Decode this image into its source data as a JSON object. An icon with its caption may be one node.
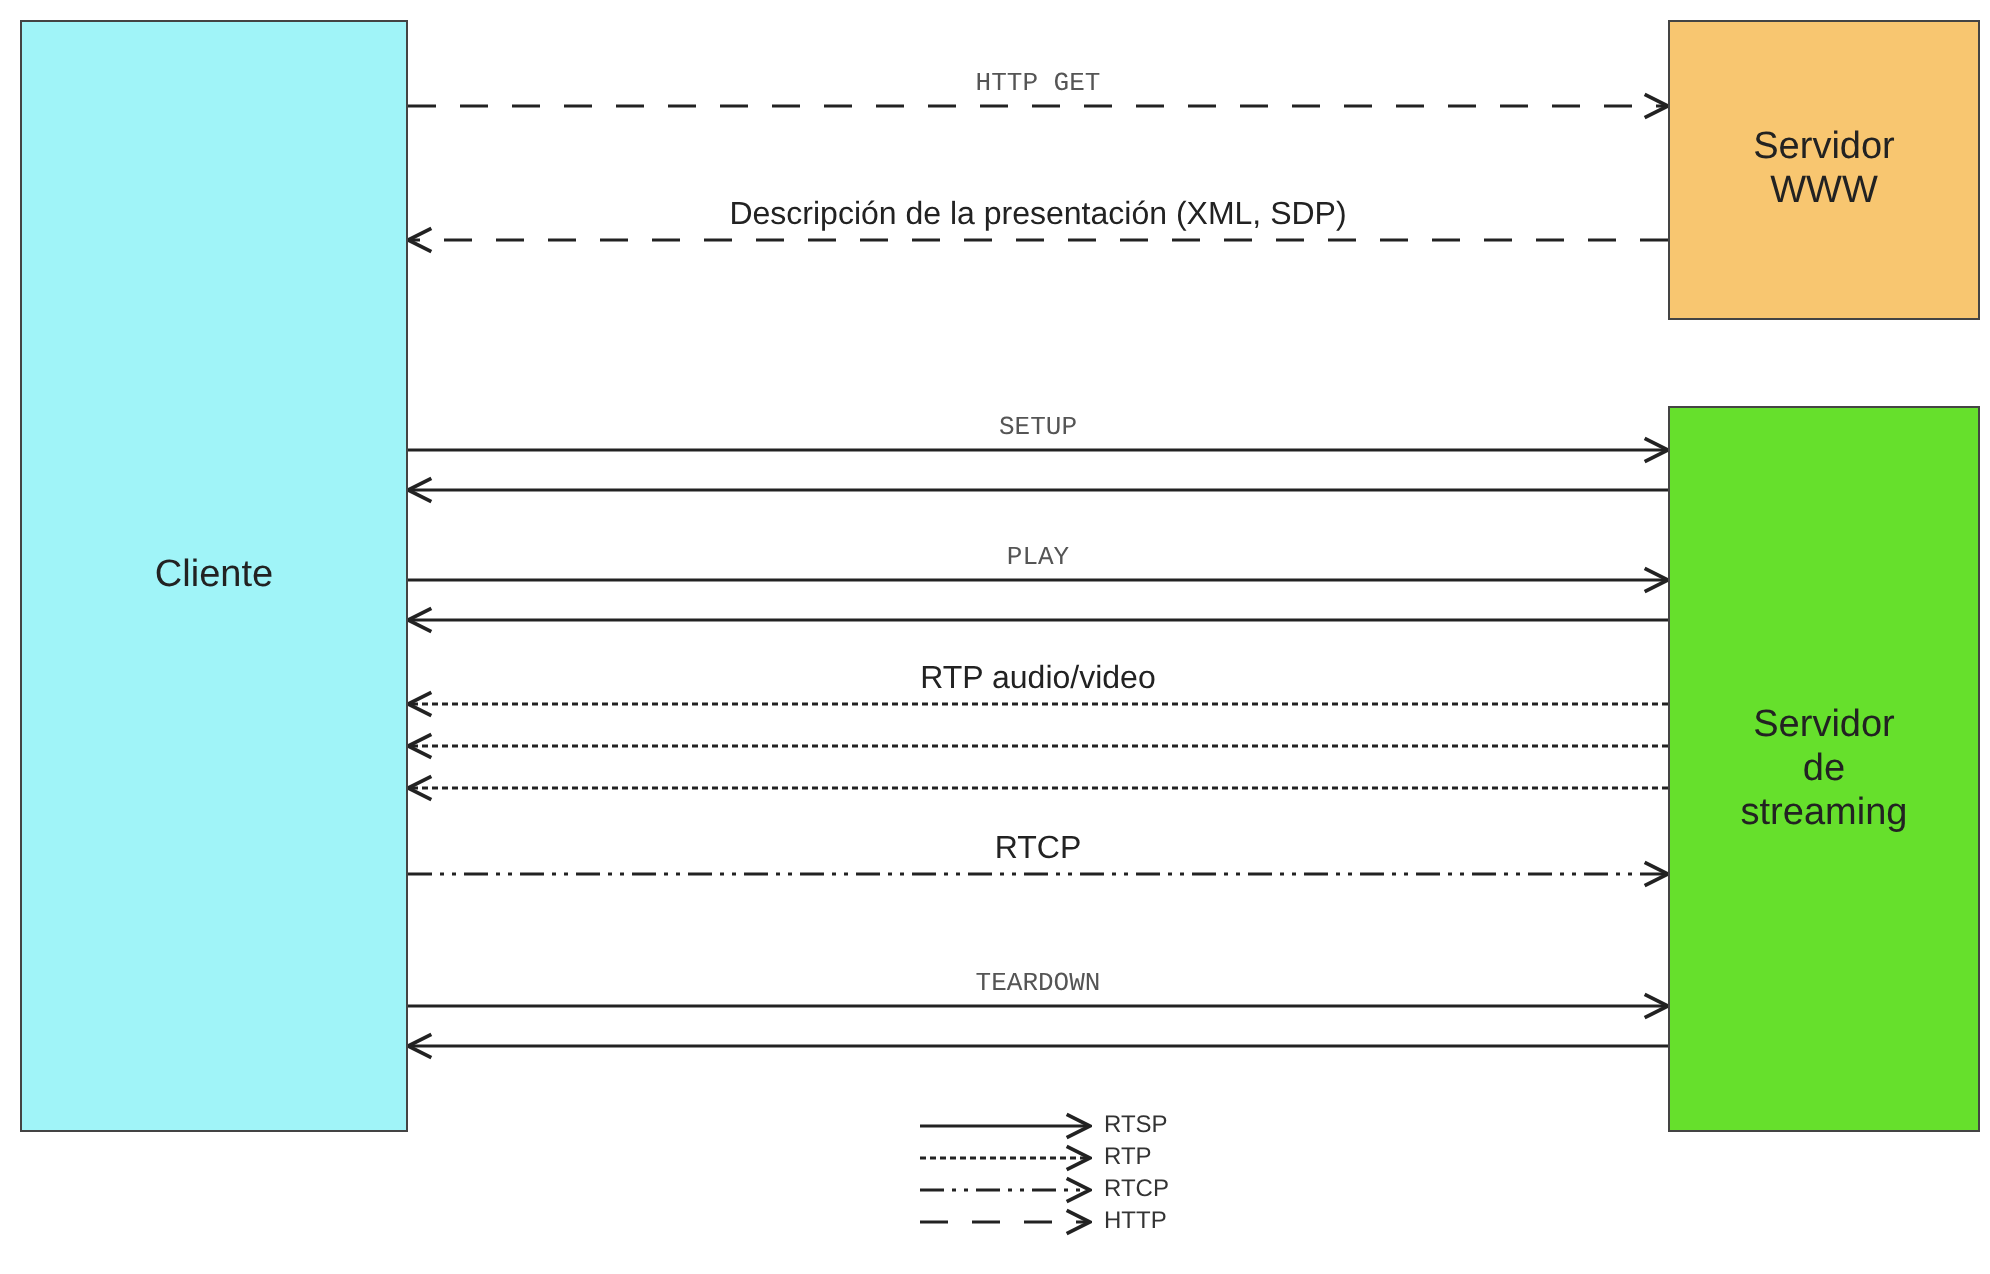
{
  "diagram": {
    "nodes": [
      {
        "text": [
          "Cliente"
        ]
      },
      {
        "text": [
          "Servidor WWW"
        ]
      },
      {
        "text": [
          "Servidor de streaming"
        ]
      }
    ],
    "edges": [
      {
        "from": 0,
        "to": 1,
        "arrow": "to",
        "label": "HTTP GET",
        "style": "dashed"
      },
      {
        "from": 1,
        "to": 0,
        "arrow": "to",
        "label": "Descripción de la presentación (XML, SDP)",
        "style": "dashed"
      },
      {
        "from": 0,
        "to": 2,
        "arrow": "to",
        "label": "SETUP"
      },
      {
        "from": 2,
        "to": 0,
        "arrow": "to"
      },
      {
        "from": 0,
        "to": 2,
        "arrow": "to",
        "label": "PLAY"
      },
      {
        "from": 2,
        "to": 0,
        "arrow": "to"
      },
      {
        "from": 2,
        "to": 0,
        "arrow": "to",
        "label": "RTP audio/video",
        "style": "dashed"
      },
      {
        "from": 2,
        "to": 0,
        "arrow": "to",
        "style": "dashed"
      },
      {
        "from": 2,
        "to": 0,
        "arrow": "to",
        "style": "dashed"
      },
      {
        "from": 0,
        "to": 2,
        "arrow": "to",
        "label": "RTCP",
        "style": "dashed"
      },
      {
        "from": 0,
        "to": 2,
        "arrow": "to",
        "label": "TEARDOWN"
      },
      {
        "from": 2,
        "to": 0,
        "arrow": "to"
      }
    ],
    "legend": [
      {
        "text": "RTSP"
      },
      {
        "text": "RTP"
      },
      {
        "text": "RTCP"
      },
      {
        "text": "HTTP"
      }
    ]
  }
}
